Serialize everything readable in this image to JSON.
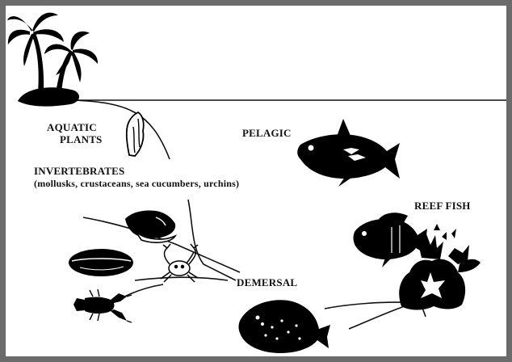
{
  "labels": {
    "aquatic_plants_line1": "AQUATIC",
    "aquatic_plants_line2": "PLANTS",
    "pelagic": "PELAGIC",
    "invertebrates_title": "INVERTEBRATES",
    "invertebrates_detail": "(mollusks, crustaceans, sea cucumbers, urchins)",
    "reef_fish": "REEF FISH",
    "demersal": "DEMERSAL"
  },
  "icons": [
    "palm-tree-island-icon",
    "aquatic-plant-icon",
    "pelagic-tuna-fish-icon",
    "conch-shell-icon",
    "clam-shell-icon",
    "crab-icon",
    "lobster-icon",
    "reef-fish-icon",
    "coral-reef-icon",
    "flounder-fish-icon"
  ],
  "colors": {
    "frame": "#6b6b6b",
    "silhouette": "#000000",
    "background": "#ffffff"
  }
}
